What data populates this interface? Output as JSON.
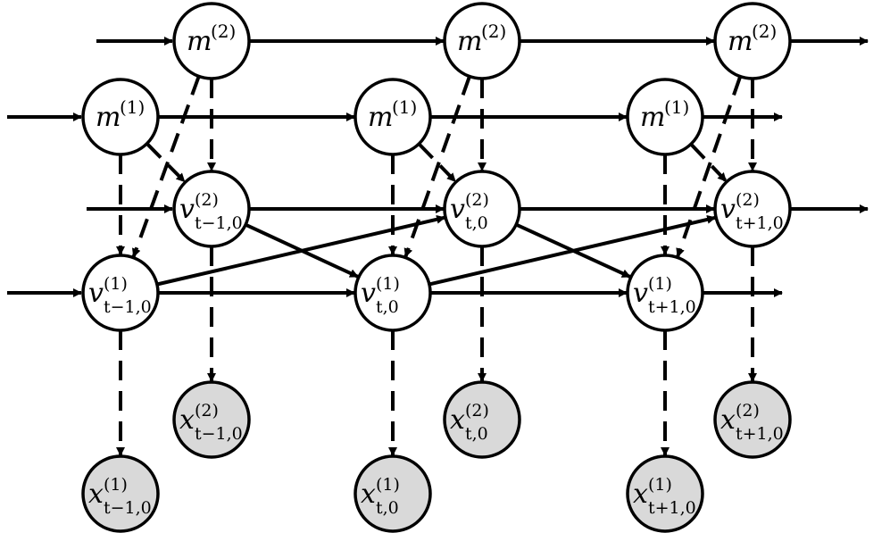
{
  "nodes": [
    {
      "id": "m2_0",
      "base": "m",
      "sup": "(2)",
      "sub": "",
      "observed": false
    },
    {
      "id": "m2_1",
      "base": "m",
      "sup": "(2)",
      "sub": "",
      "observed": false
    },
    {
      "id": "m2_2",
      "base": "m",
      "sup": "(2)",
      "sub": "",
      "observed": false
    },
    {
      "id": "m1_0",
      "base": "m",
      "sup": "(1)",
      "sub": "",
      "observed": false
    },
    {
      "id": "m1_1",
      "base": "m",
      "sup": "(1)",
      "sub": "",
      "observed": false
    },
    {
      "id": "m1_2",
      "base": "m",
      "sup": "(1)",
      "sub": "",
      "observed": false
    },
    {
      "id": "v2_0",
      "base": "v",
      "sup": "(2)",
      "sub": "t−1,0",
      "observed": false
    },
    {
      "id": "v2_1",
      "base": "v",
      "sup": "(2)",
      "sub": "t,0",
      "observed": false
    },
    {
      "id": "v2_2",
      "base": "v",
      "sup": "(2)",
      "sub": "t+1,0",
      "observed": false
    },
    {
      "id": "v1_0",
      "base": "v",
      "sup": "(1)",
      "sub": "t−1,0",
      "observed": false
    },
    {
      "id": "v1_1",
      "base": "v",
      "sup": "(1)",
      "sub": "t,0",
      "observed": false
    },
    {
      "id": "v1_2",
      "base": "v",
      "sup": "(1)",
      "sub": "t+1,0",
      "observed": false
    },
    {
      "id": "x2_0",
      "base": "x",
      "sup": "(2)",
      "sub": "t−1,0",
      "observed": true
    },
    {
      "id": "x2_1",
      "base": "x",
      "sup": "(2)",
      "sub": "t,0",
      "observed": true
    },
    {
      "id": "x2_2",
      "base": "x",
      "sup": "(2)",
      "sub": "t+1,0",
      "observed": true
    },
    {
      "id": "x1_0",
      "base": "x",
      "sup": "(1)",
      "sub": "t−1,0",
      "observed": true
    },
    {
      "id": "x1_1",
      "base": "x",
      "sup": "(1)",
      "sub": "t,0",
      "observed": true
    },
    {
      "id": "x1_2",
      "base": "x",
      "sup": "(1)",
      "sub": "t+1,0",
      "observed": true
    }
  ],
  "edges": [
    {
      "from": "m2_0",
      "to": "m2_1",
      "style": "solid"
    },
    {
      "from": "m2_1",
      "to": "m2_2",
      "style": "solid"
    },
    {
      "from": "m1_0",
      "to": "m1_1",
      "style": "solid"
    },
    {
      "from": "m1_1",
      "to": "m1_2",
      "style": "solid"
    },
    {
      "from": "v2_0",
      "to": "v2_1",
      "style": "solid"
    },
    {
      "from": "v2_1",
      "to": "v2_2",
      "style": "solid"
    },
    {
      "from": "v1_0",
      "to": "v1_1",
      "style": "solid"
    },
    {
      "from": "v1_1",
      "to": "v1_2",
      "style": "solid"
    },
    {
      "from": "v2_0",
      "to": "v1_1",
      "style": "solid"
    },
    {
      "from": "v2_1",
      "to": "v1_2",
      "style": "solid"
    },
    {
      "from": "v1_0",
      "to": "v2_1",
      "style": "solid"
    },
    {
      "from": "v1_1",
      "to": "v2_2",
      "style": "solid"
    },
    {
      "from": "m2_0",
      "to": "v2_0",
      "style": "dashed"
    },
    {
      "from": "m2_1",
      "to": "v2_1",
      "style": "dashed"
    },
    {
      "from": "m2_2",
      "to": "v2_2",
      "style": "dashed"
    },
    {
      "from": "m1_0",
      "to": "v1_0",
      "style": "dashed"
    },
    {
      "from": "m1_1",
      "to": "v1_1",
      "style": "dashed"
    },
    {
      "from": "m1_2",
      "to": "v1_2",
      "style": "dashed"
    },
    {
      "from": "m1_0",
      "to": "v2_0",
      "style": "dashed"
    },
    {
      "from": "m1_1",
      "to": "v2_1",
      "style": "dashed"
    },
    {
      "from": "m1_2",
      "to": "v2_2",
      "style": "dashed"
    },
    {
      "from": "m2_0",
      "to": "v1_0",
      "style": "dashed"
    },
    {
      "from": "m2_1",
      "to": "v1_1",
      "style": "dashed"
    },
    {
      "from": "m2_2",
      "to": "v1_2",
      "style": "dashed"
    },
    {
      "from": "v2_0",
      "to": "x2_0",
      "style": "dashed"
    },
    {
      "from": "v2_1",
      "to": "x2_1",
      "style": "dashed"
    },
    {
      "from": "v2_2",
      "to": "x2_2",
      "style": "dashed"
    },
    {
      "from": "v1_0",
      "to": "x1_0",
      "style": "dashed"
    },
    {
      "from": "v1_1",
      "to": "x1_1",
      "style": "dashed"
    },
    {
      "from": "v1_2",
      "to": "x1_2",
      "style": "dashed"
    }
  ],
  "colors": {
    "stroke": "#000000",
    "latent_fill": "#ffffff",
    "observed_fill": "#d9d9d9"
  }
}
